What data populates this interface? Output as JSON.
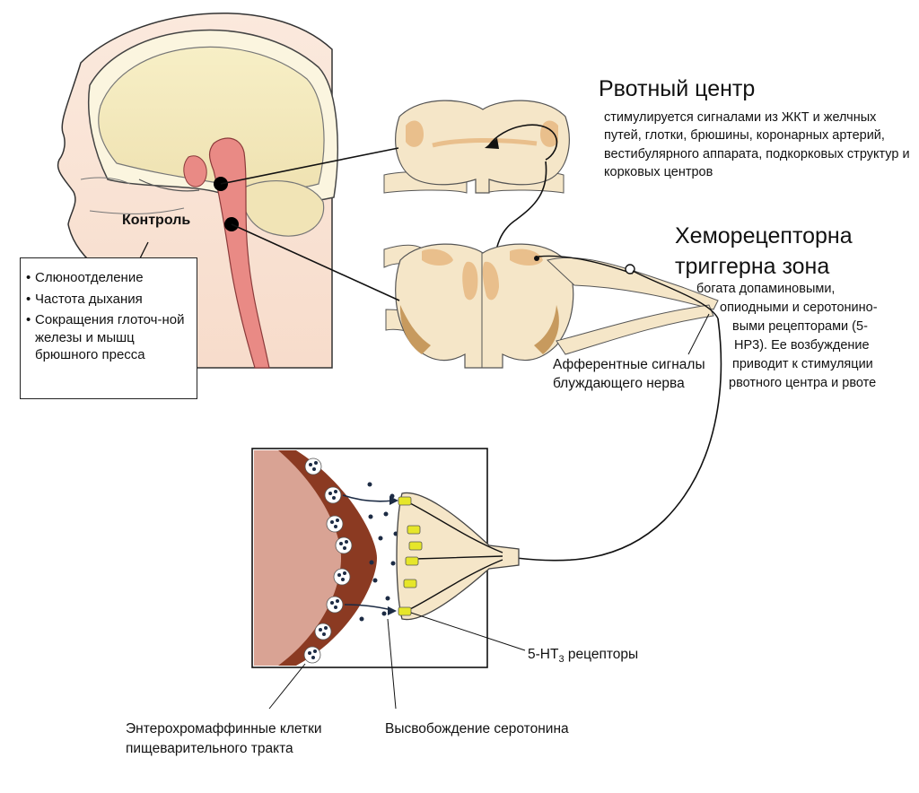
{
  "control": {
    "label": "Контроль",
    "items": [
      "Слюноотделение",
      "Частота дыхания",
      "Сокращения глоточ-ной железы и мышц брюшного пресса"
    ]
  },
  "vomit_center": {
    "title": "Рвотный центр",
    "description": "стимулируется сигналами из ЖКТ и желчных путей, глотки, брюшины, коронарных артерий, вестибулярного аппарата, подкорковых структур и корковых центров"
  },
  "ctz": {
    "title_line1": "Хеморецепторна",
    "title_line2": "триггерна зона",
    "description": [
      "богата допаминовыми,",
      "опиодными и серотонино-",
      "выми рецепторами (5-",
      "НР3). Ее возбуждение",
      "приводит к стимуляции",
      "рвотного центра и рвоте"
    ]
  },
  "afferent": {
    "line1": "Афферентные сигналы",
    "line2": "блуждающего нерва"
  },
  "receptors": {
    "label_prefix": "5-HT",
    "label_sub": "3",
    "label_suffix": " рецепторы"
  },
  "ec_cells": {
    "line1": "Энтерохромаффинные клетки",
    "line2": "пищеварительного тракта"
  },
  "serotonin": {
    "label": "Высвобождение серотонина"
  },
  "colors": {
    "nerve_fill": "#f5e6c8",
    "gray_matter": "#e9bf8c",
    "brainstem": "#e98a85",
    "ec_layer": "#8b3a22",
    "lumen": "#d9a394",
    "receptor": "#e6e62a"
  }
}
